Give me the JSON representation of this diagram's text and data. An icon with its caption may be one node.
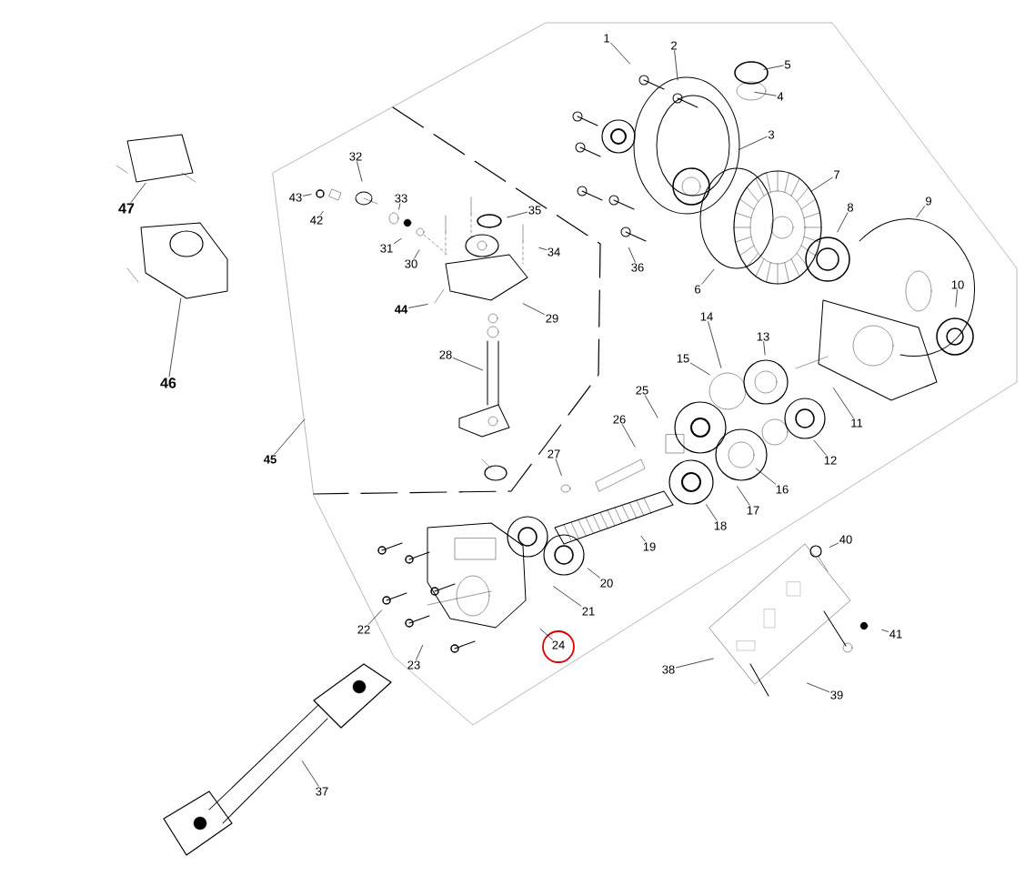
{
  "diagram": {
    "nodes": [
      {
        "text": [
          "1"
        ]
      },
      {
        "text": [
          "2"
        ]
      },
      {
        "text": [
          "3"
        ]
      },
      {
        "text": [
          "4"
        ]
      },
      {
        "text": [
          "5"
        ]
      },
      {
        "text": [
          "6"
        ]
      },
      {
        "text": [
          "7"
        ]
      },
      {
        "text": [
          "8"
        ]
      },
      {
        "text": [
          "9"
        ]
      },
      {
        "text": [
          "10"
        ]
      },
      {
        "text": [
          "11"
        ]
      },
      {
        "text": [
          "12"
        ]
      },
      {
        "text": [
          "13"
        ]
      },
      {
        "text": [
          "14"
        ]
      },
      {
        "text": [
          "15"
        ]
      },
      {
        "text": [
          "16"
        ]
      },
      {
        "text": [
          "17"
        ]
      },
      {
        "text": [
          "18"
        ]
      },
      {
        "text": [
          "19"
        ]
      },
      {
        "text": [
          "20"
        ]
      },
      {
        "text": [
          "21"
        ]
      },
      {
        "text": [
          "22"
        ]
      },
      {
        "text": [
          "23"
        ]
      },
      {
        "text": [
          "24"
        ]
      },
      {
        "text": [
          "25"
        ]
      },
      {
        "text": [
          "26"
        ]
      },
      {
        "text": [
          "27"
        ]
      },
      {
        "text": [
          "28"
        ]
      },
      {
        "text": [
          "29"
        ]
      },
      {
        "text": [
          "30"
        ]
      },
      {
        "text": [
          "31"
        ]
      },
      {
        "text": [
          "32"
        ]
      },
      {
        "text": [
          "33"
        ]
      },
      {
        "text": [
          "34"
        ]
      },
      {
        "text": [
          "35"
        ]
      },
      {
        "text": [
          "36"
        ]
      },
      {
        "text": [
          "37"
        ]
      },
      {
        "text": [
          "38"
        ]
      },
      {
        "text": [
          "39"
        ]
      },
      {
        "text": [
          "40"
        ]
      },
      {
        "text": [
          "41"
        ]
      },
      {
        "text": [
          "42"
        ]
      },
      {
        "text": [
          "43"
        ]
      },
      {
        "text": [
          "44"
        ]
      },
      {
        "text": [
          "45"
        ]
      },
      {
        "text": [
          "46"
        ]
      },
      {
        "text": [
          "47"
        ]
      }
    ],
    "edges": [
      {
        "from": 0,
        "to": null,
        "arrow": "none"
      },
      {
        "from": 1,
        "to": null,
        "arrow": "none"
      },
      {
        "from": 2,
        "to": null,
        "arrow": "none"
      },
      {
        "from": 3,
        "to": null,
        "arrow": "none"
      },
      {
        "from": 4,
        "to": null,
        "arrow": "none"
      },
      {
        "from": 5,
        "to": null,
        "arrow": "none"
      },
      {
        "from": 6,
        "to": null,
        "arrow": "none"
      },
      {
        "from": 7,
        "to": null,
        "arrow": "none"
      },
      {
        "from": 8,
        "to": null,
        "arrow": "none"
      },
      {
        "from": 9,
        "to": null,
        "arrow": "none"
      },
      {
        "from": 10,
        "to": null,
        "arrow": "none"
      },
      {
        "from": 11,
        "to": null,
        "arrow": "none"
      },
      {
        "from": 12,
        "to": null,
        "arrow": "none"
      },
      {
        "from": 13,
        "to": null,
        "arrow": "none"
      },
      {
        "from": 14,
        "to": null,
        "arrow": "none"
      },
      {
        "from": 15,
        "to": null,
        "arrow": "none"
      },
      {
        "from": 16,
        "to": null,
        "arrow": "none"
      },
      {
        "from": 17,
        "to": null,
        "arrow": "none"
      },
      {
        "from": 18,
        "to": null,
        "arrow": "none"
      },
      {
        "from": 19,
        "to": null,
        "arrow": "none"
      },
      {
        "from": 20,
        "to": null,
        "arrow": "none"
      },
      {
        "from": 21,
        "to": null,
        "arrow": "none"
      },
      {
        "from": 22,
        "to": null,
        "arrow": "none"
      },
      {
        "from": 23,
        "to": null,
        "arrow": "none"
      },
      {
        "from": 24,
        "to": null,
        "arrow": "none"
      },
      {
        "from": 25,
        "to": null,
        "arrow": "none"
      },
      {
        "from": 26,
        "to": null,
        "arrow": "none"
      },
      {
        "from": 27,
        "to": null,
        "arrow": "none"
      },
      {
        "from": 28,
        "to": null,
        "arrow": "none"
      },
      {
        "from": 29,
        "to": null,
        "arrow": "none"
      },
      {
        "from": 30,
        "to": null,
        "arrow": "none"
      },
      {
        "from": 31,
        "to": null,
        "arrow": "none"
      },
      {
        "from": 32,
        "to": null,
        "arrow": "none"
      },
      {
        "from": 33,
        "to": null,
        "arrow": "none"
      },
      {
        "from": 34,
        "to": null,
        "arrow": "none"
      },
      {
        "from": 35,
        "to": null,
        "arrow": "none"
      },
      {
        "from": 36,
        "to": null,
        "arrow": "none"
      },
      {
        "from": 37,
        "to": null,
        "arrow": "none"
      },
      {
        "from": 38,
        "to": null,
        "arrow": "none"
      },
      {
        "from": 39,
        "to": null,
        "arrow": "none"
      },
      {
        "from": 40,
        "to": null,
        "arrow": "none"
      },
      {
        "from": 41,
        "to": null,
        "arrow": "none"
      },
      {
        "from": 42,
        "to": null,
        "arrow": "none"
      },
      {
        "from": 43,
        "to": null,
        "arrow": "none"
      },
      {
        "from": 44,
        "to": null,
        "arrow": "none"
      },
      {
        "from": 45,
        "to": null,
        "arrow": "none"
      },
      {
        "from": 46,
        "to": null,
        "arrow": "none"
      }
    ]
  }
}
